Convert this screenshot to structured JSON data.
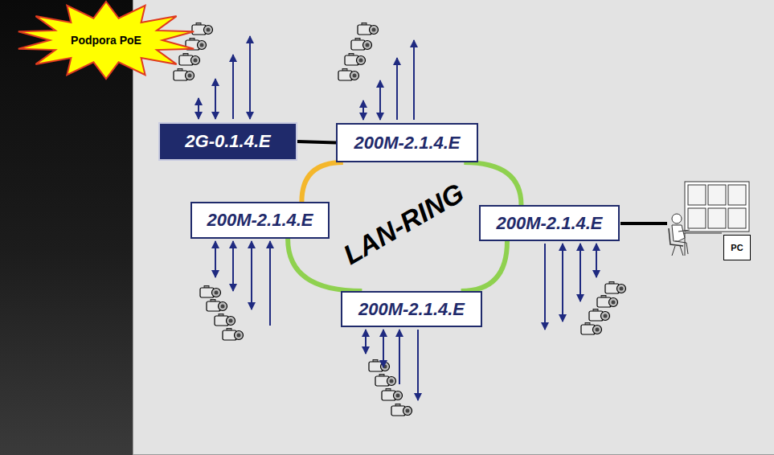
{
  "diagram": {
    "nodes": [
      {
        "text": [
          "Podpora PoE"
        ]
      },
      {
        "text": [
          "2G-0.1.4.E"
        ]
      },
      {
        "text": [
          "200M-2.1.4.E"
        ]
      },
      {
        "text": [
          "200M-2.1.4.E"
        ]
      },
      {
        "text": [
          "200M-2.1.4.E"
        ]
      },
      {
        "text": [
          "PC"
        ]
      },
      {
        "text": [
          "200M-2.1.4.E"
        ]
      }
    ],
    "edges": [
      {
        "from": 1,
        "to": 2,
        "arrow": "none"
      },
      {
        "from": 2,
        "to": 3,
        "arrow": "none"
      },
      {
        "from": 3,
        "to": 6,
        "arrow": "none"
      },
      {
        "from": 6,
        "to": 4,
        "arrow": "none"
      },
      {
        "from": 4,
        "to": 2,
        "arrow": "none"
      }
    ],
    "labels": [
      "LAN-RING"
    ]
  }
}
